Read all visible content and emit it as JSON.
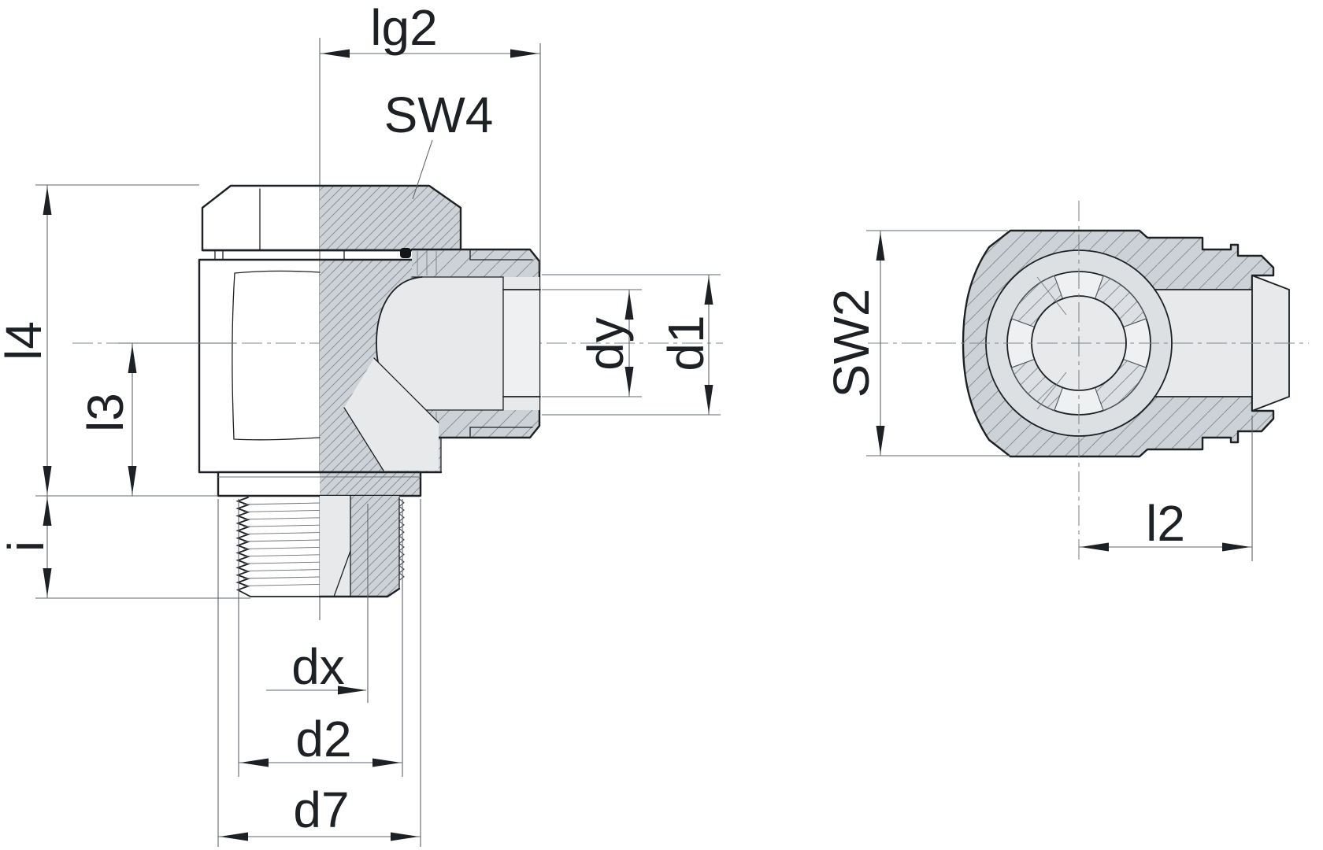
{
  "drawing": {
    "kind": "technical-drawing",
    "section_view": {
      "dims": {
        "lg2": "lg2",
        "sw4": "SW4",
        "l4": "l4",
        "l3": "l3",
        "i": "i",
        "dx": "dx",
        "d2": "d2",
        "d7": "d7",
        "dy": "dy",
        "d1": "d1"
      }
    },
    "end_view": {
      "dims": {
        "sw2": "SW2",
        "l2": "l2"
      }
    },
    "colors": {
      "background": "#ffffff",
      "outline": "#1d2125",
      "section_fill": "#cdd2d6",
      "part_fill": "#e7e9eb",
      "tube_fill": "#eef0f1",
      "boss_fill": "#dde0e3",
      "ring_fill": "#eef0f1",
      "hatch_line": "#8a9198",
      "dim_line": "#5f666c",
      "dim_text": "#1d2125",
      "centerline": "#82888d",
      "seal": "#141618"
    }
  }
}
